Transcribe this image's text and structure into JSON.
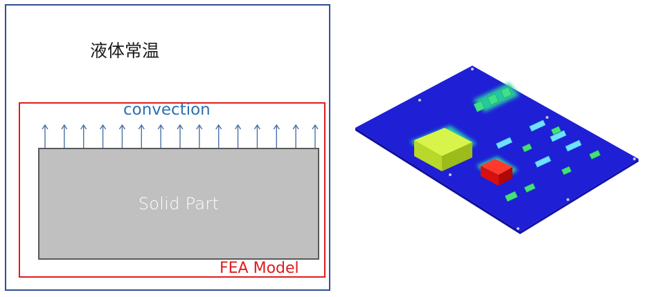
{
  "left_diagram": {
    "fluid_label": "液体常温",
    "convection_label": "convection",
    "solid_label": "Solid Part",
    "fea_label": "FEA Model",
    "arrow_count": 15,
    "colors": {
      "outer_border": "#2f4f8f",
      "fea_border": "#e01b1b",
      "solid_fill": "#c0c0c0",
      "arrow": "#4a6fa5",
      "convection_text": "#2a6fb0"
    }
  },
  "right_image": {
    "description_icon": "pcb-thermal-contour-render",
    "colors": {
      "board": "#1f1fd6",
      "hot": "#e81010",
      "warm": "#d4f03a",
      "mild": "#3fe08a",
      "cool": "#6fe0ff"
    }
  }
}
